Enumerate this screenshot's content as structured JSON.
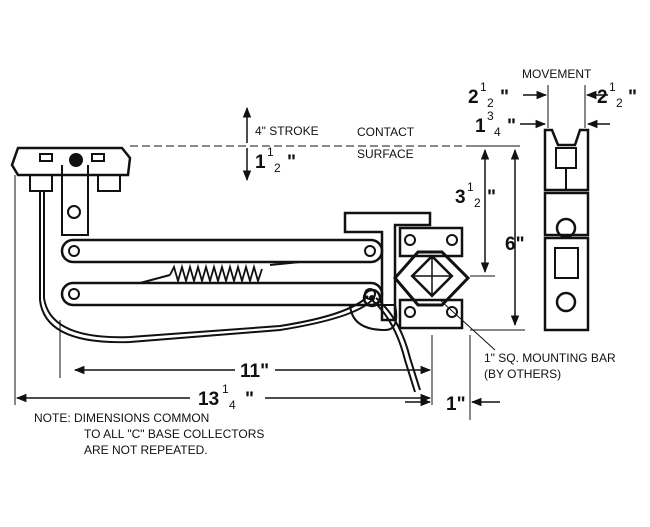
{
  "labels": {
    "movement": "MOVEMENT",
    "stroke": "4\" STROKE",
    "contact_line1": "CONTACT",
    "contact_line2": "SURFACE",
    "mount_line1": "1\" SQ. MOUNTING BAR",
    "mount_line2": "(BY OTHERS)",
    "note_line1": "NOTE:  DIMENSIONS COMMON",
    "note_line2": "TO ALL \"C\" BASE COLLECTORS",
    "note_line3": "ARE NOT REPEATED."
  },
  "dimensions": {
    "movement_left": {
      "whole": "2",
      "num": "1",
      "den": "2",
      "unit": "\""
    },
    "movement_right": {
      "whole": "2",
      "num": "1",
      "den": "2",
      "unit": "\""
    },
    "offset": {
      "whole": "1",
      "num": "3",
      "den": "4",
      "unit": "\""
    },
    "stroke_half": {
      "whole": "1",
      "num": "1",
      "den": "2",
      "unit": "\""
    },
    "height_upper": {
      "whole": "3",
      "num": "1",
      "den": "2",
      "unit": "\""
    },
    "height_total": "6\"",
    "length_arm": "11\"",
    "length_overall": {
      "whole": "13",
      "num": "1",
      "den": "4",
      "unit": "\""
    },
    "bar_width": "1\""
  }
}
